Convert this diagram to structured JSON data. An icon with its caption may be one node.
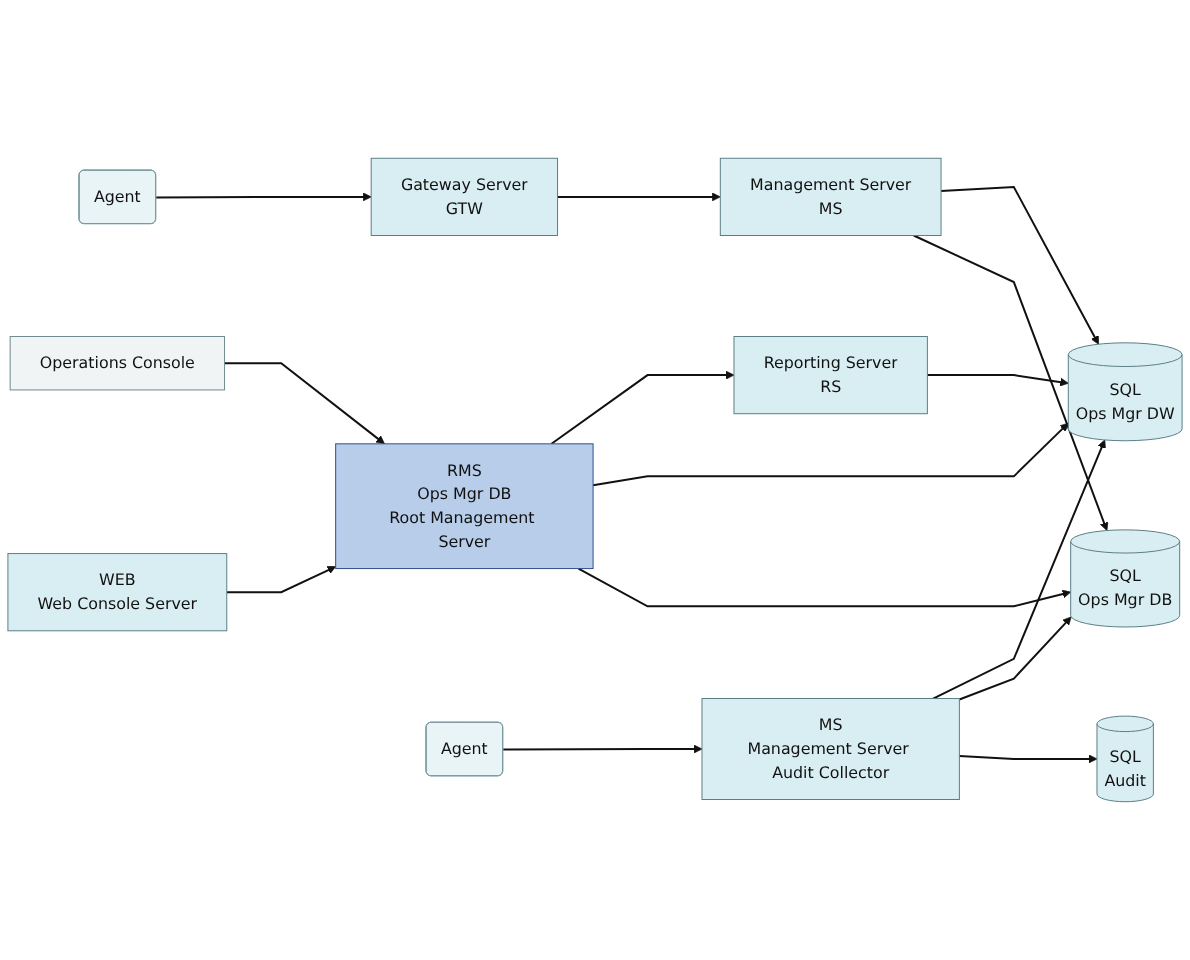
{
  "diagram": {
    "nodes": [
      {
        "text": [
          "Agent"
        ]
      },
      {
        "text": [
          "Gateway Server",
          "GTW"
        ]
      },
      {
        "text": [
          "Management Server",
          "MS"
        ]
      },
      {
        "text": [
          "Reporting Server",
          "RS"
        ]
      },
      {
        "text": [
          "SQL",
          "Ops Mgr DW"
        ]
      },
      {
        "text": [
          "Operations Console"
        ]
      },
      {
        "text": [
          "RMS",
          "Ops Mgr DB",
          "Root Management Server"
        ]
      },
      {
        "text": [
          "WEB",
          "Web Console Server"
        ]
      },
      {
        "text": [
          "SQL",
          "Ops Mgr DB"
        ]
      },
      {
        "text": [
          "Agent"
        ]
      },
      {
        "text": [
          "MS",
          "Management Server Audit Collector"
        ]
      },
      {
        "text": [
          "SQL",
          "Audit"
        ]
      }
    ],
    "edges": [
      {
        "from": 0,
        "to": 1,
        "arrow": "to"
      },
      {
        "from": 1,
        "to": 2,
        "arrow": "to"
      },
      {
        "from": 5,
        "to": 6,
        "arrow": "to"
      },
      {
        "from": 7,
        "to": 6,
        "arrow": "to"
      },
      {
        "from": 9,
        "to": 10,
        "arrow": "to"
      },
      {
        "from": 2,
        "to": 4,
        "arrow": "to"
      },
      {
        "from": 2,
        "to": 8,
        "arrow": "to"
      },
      {
        "from": 6,
        "to": 3,
        "arrow": "to"
      },
      {
        "from": 6,
        "to": 4,
        "arrow": "to"
      },
      {
        "from": 6,
        "to": 8,
        "arrow": "to"
      },
      {
        "from": 10,
        "to": 4,
        "arrow": "to"
      },
      {
        "from": 10,
        "to": 8,
        "arrow": "to"
      },
      {
        "from": 10,
        "to": 11,
        "arrow": "to"
      },
      {
        "from": 3,
        "to": 4,
        "arrow": "to"
      }
    ]
  }
}
